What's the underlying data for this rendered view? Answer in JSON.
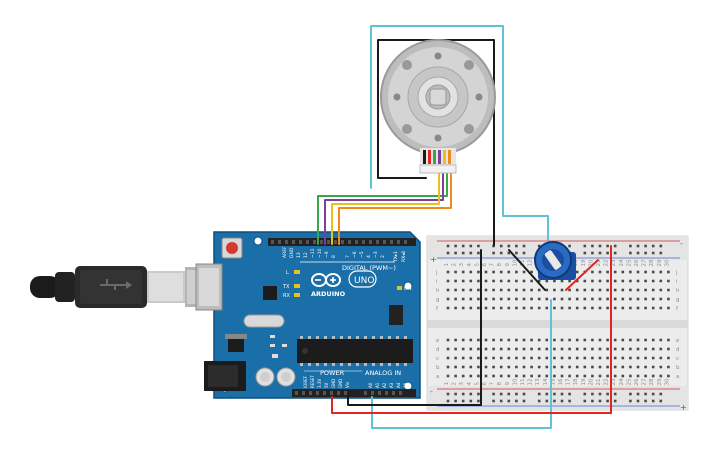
{
  "arduino": {
    "logo_text": "ARDUINO",
    "model_text": "UNO",
    "digital_label": "DIGITAL (PWM~)",
    "power_label": "POWER",
    "analog_label": "ANALOG IN",
    "on_label": "ON",
    "l_label": "L",
    "tx_label": "TX",
    "rx_label": "RX",
    "aref_label": "AREF",
    "gnd_label": "GND",
    "tx0_label": "TX▸1",
    "rx0_label": "RX◂0",
    "digital_pins": [
      "13",
      "12",
      "~11",
      "~10",
      "~9",
      "8",
      "7",
      "~6",
      "~5",
      "4",
      "~3",
      "2"
    ],
    "power_pins": [
      "IOREF",
      "RESET",
      "3.3V",
      "5V",
      "GND",
      "GND",
      "Vin"
    ],
    "analog_pins": [
      "A0",
      "A1",
      "A2",
      "A3",
      "A4",
      "A5"
    ]
  },
  "breadboard": {
    "row_letters_top": [
      "j",
      "i",
      "h",
      "g",
      "f"
    ],
    "row_letters_bottom": [
      "e",
      "d",
      "c",
      "b",
      "a"
    ],
    "rail_plus": "+",
    "rail_minus": "-",
    "column_count": 30
  },
  "colors": {
    "board": "#1a6fa8",
    "board_dark": "#0f4f7c",
    "wire_black": "#1a1a1a",
    "wire_red": "#e0261e",
    "wire_cyan": "#5ec3d4",
    "wire_green": "#3aa64a",
    "wire_purple": "#7b3fa0",
    "wire_yellow": "#e8c21c",
    "wire_orange": "#ee8a1e"
  },
  "icons": [
    "usb-cable-icon",
    "usb-plug-icon",
    "motor-icon",
    "potentiometer-icon",
    "reset-button-icon",
    "ic-chip-icon",
    "crystal-icon",
    "capacitor-icon",
    "power-jack-icon"
  ]
}
